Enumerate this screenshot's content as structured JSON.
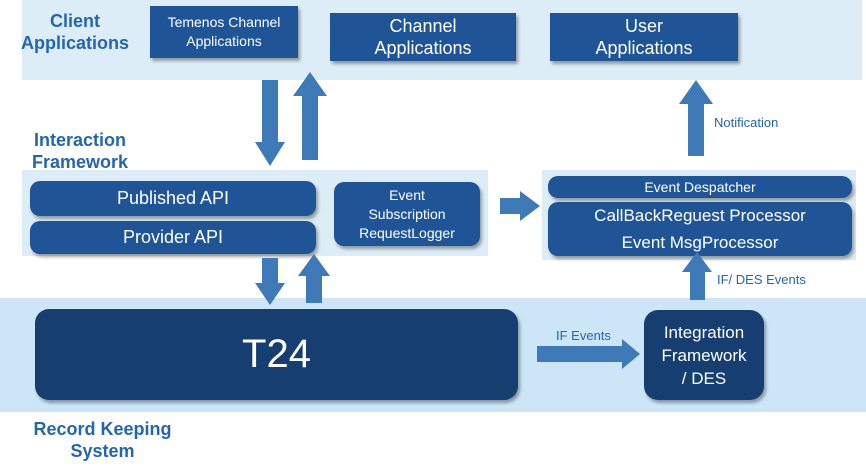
{
  "sections": {
    "client": "Client\nApplications",
    "interaction": "Interaction\nFramework",
    "record_keeping": "Record Keeping\nSystem"
  },
  "client_apps": {
    "temenos_channel": "Temenos Channel\nApplications",
    "channel": "Channel\nApplications",
    "user": "User\nApplications"
  },
  "interaction_boxes": {
    "published_api": "Published API",
    "provider_api": "Provider API",
    "event_subscription": "Event\nSubscription\nRequestLogger"
  },
  "processors": {
    "event_despatcher": "Event Despatcher",
    "callback_processor": "CallBackReguest Processor",
    "event_msg_processor": "Event MsgProcessor"
  },
  "record_keeping": {
    "t24": "T24",
    "integration_framework": "Integration\nFramework\n/ DES"
  },
  "edge_labels": {
    "notification": "Notification",
    "if_des_events": "IF/ DES Events",
    "if_events": "IF Events"
  },
  "colors": {
    "box_blue": "#1f5596",
    "label_blue": "#2466ad",
    "arrow_blue": "#3f7ab8",
    "band_light": "#dcedf7",
    "t24_navy": "#163e70"
  }
}
